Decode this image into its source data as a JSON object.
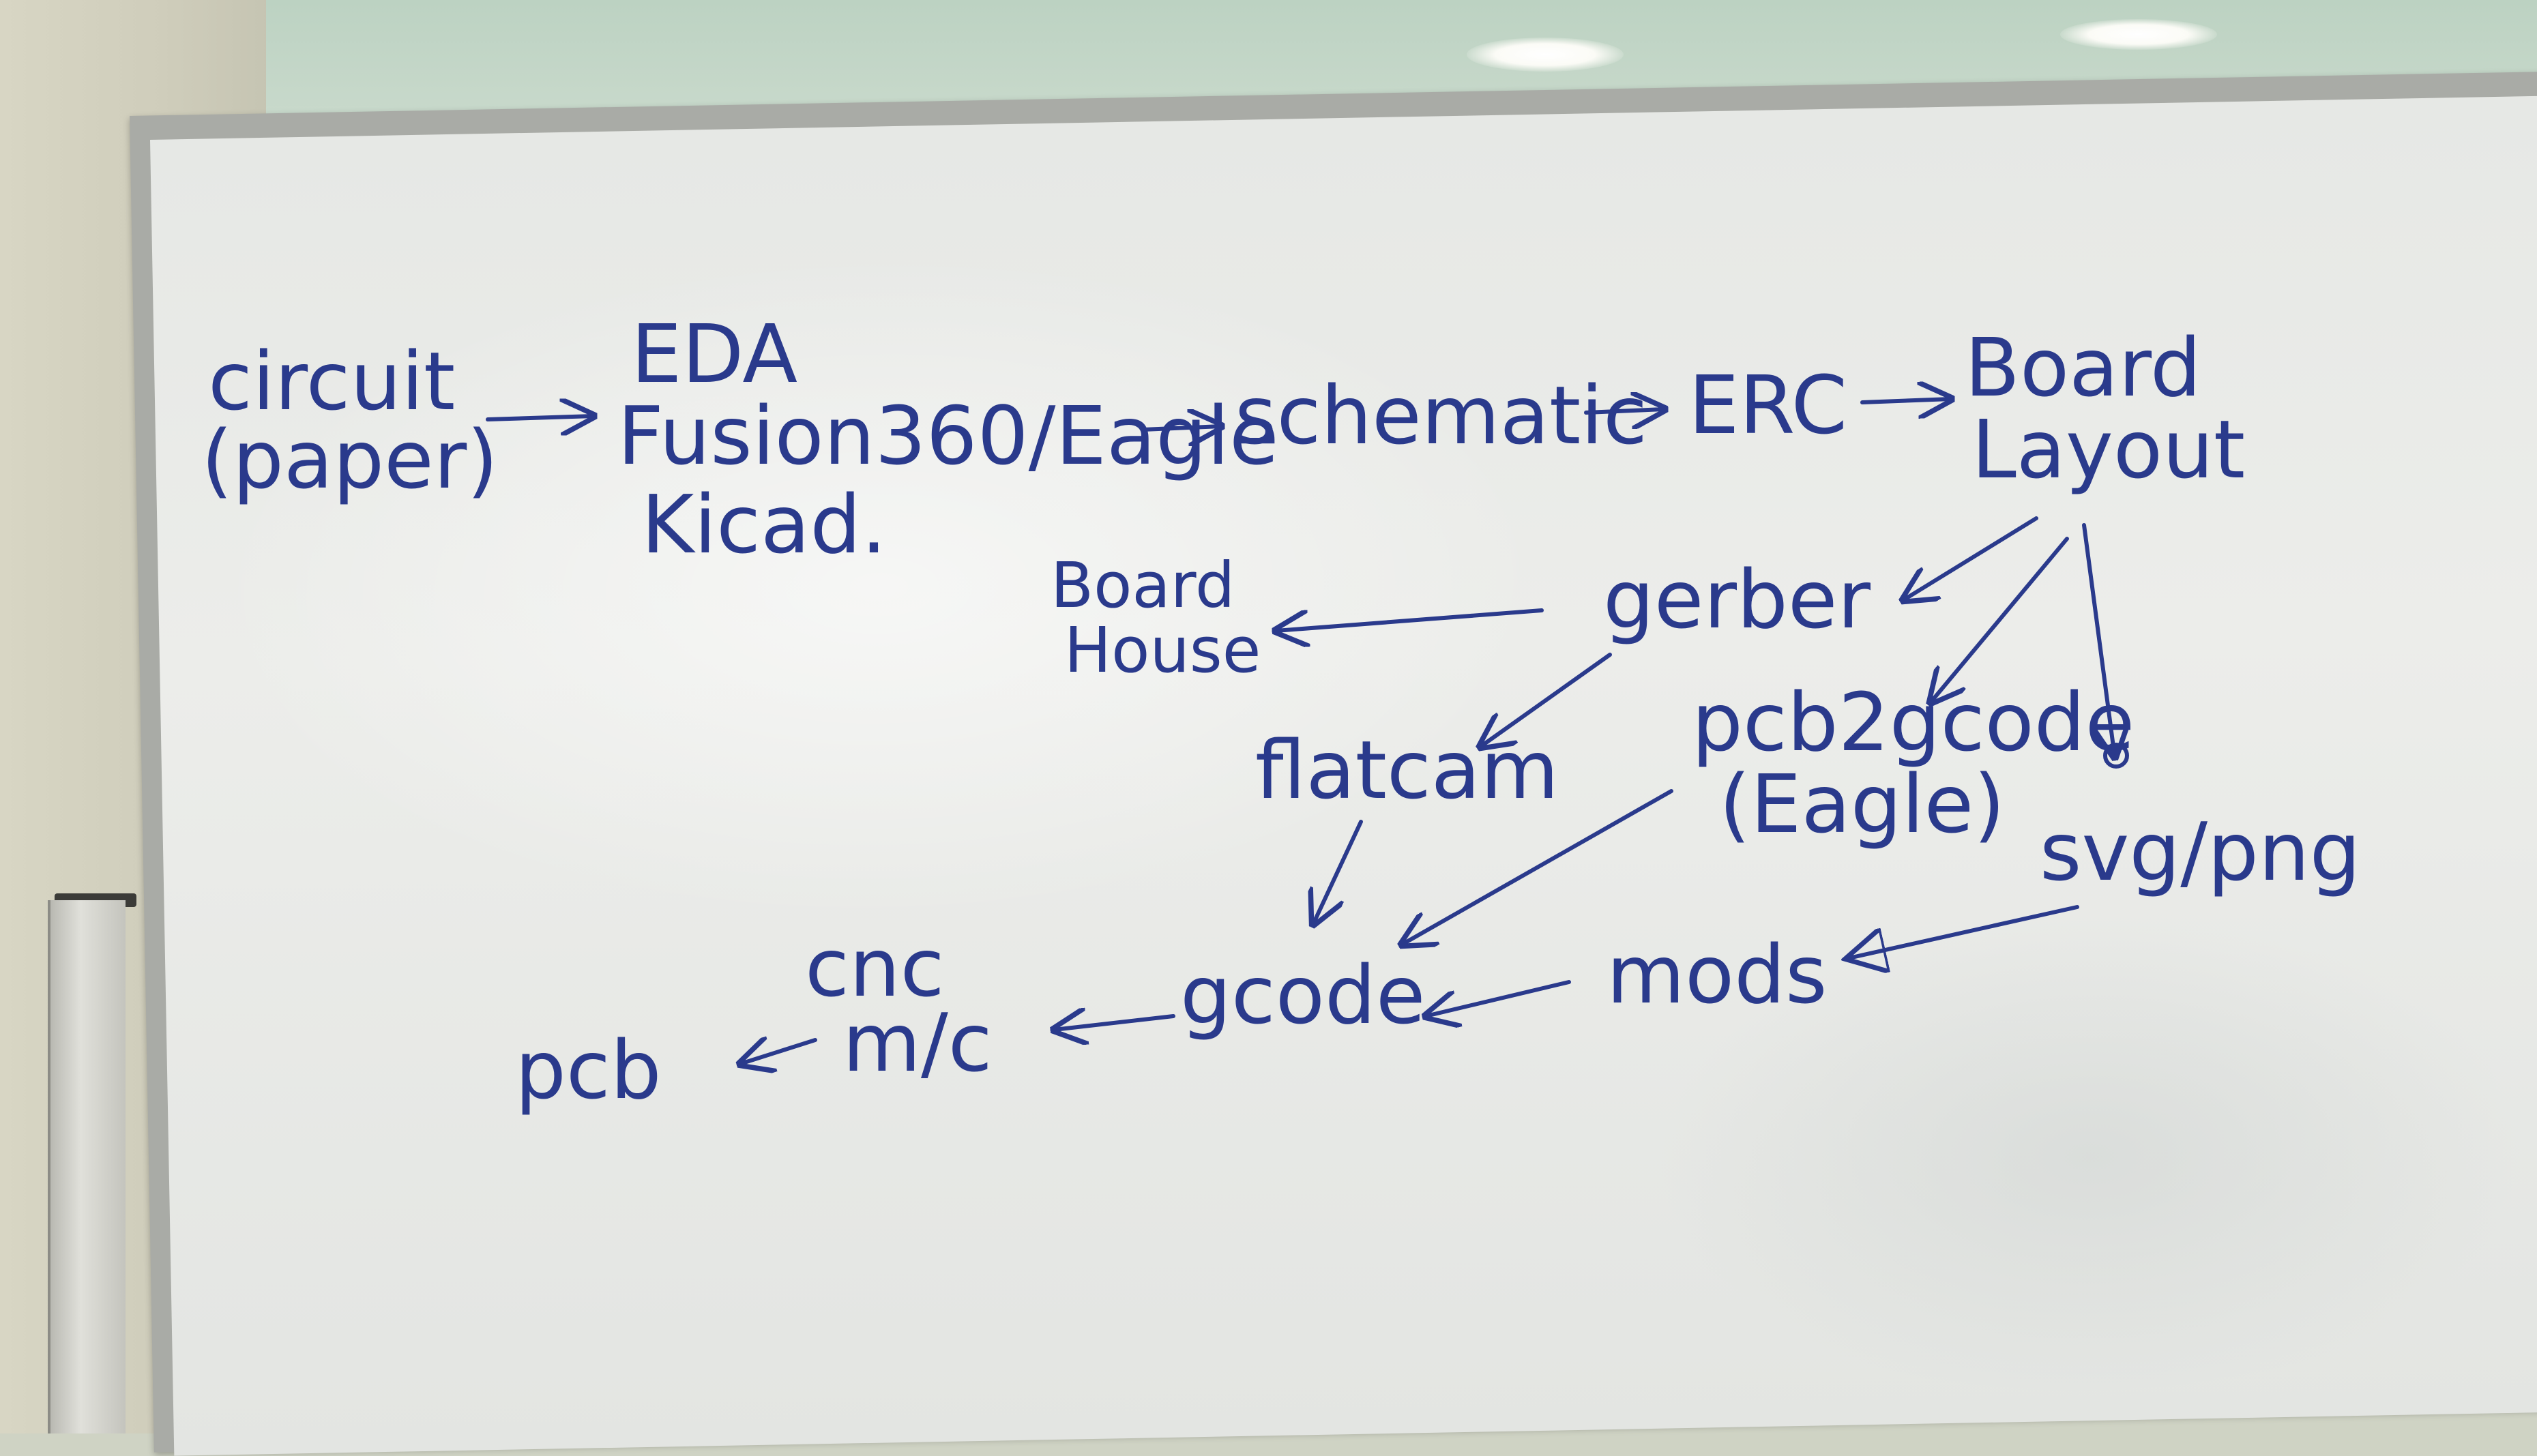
{
  "whiteboard": {
    "ink_color": "#2a3a8c",
    "nodes": {
      "circuit": "circuit",
      "paper": "(paper)",
      "eda": "EDA",
      "fusion_eagle": "Fusion360/Eagle",
      "kicad": "Kicad.",
      "schematic": "schematic",
      "erc": "ERC",
      "board": "Board",
      "layout": "Layout",
      "board_house_1": "Board",
      "board_house_2": "House",
      "gerber": "gerber",
      "flatcam": "flatcam",
      "pcb2gcode": "pcb2gcode",
      "eagle_paren": "(Eagle)",
      "svg_png": "svg/png",
      "cnc": "cnc",
      "mc": "m/c",
      "pcb": "pcb",
      "gcode": "gcode",
      "mods": "mods"
    }
  }
}
